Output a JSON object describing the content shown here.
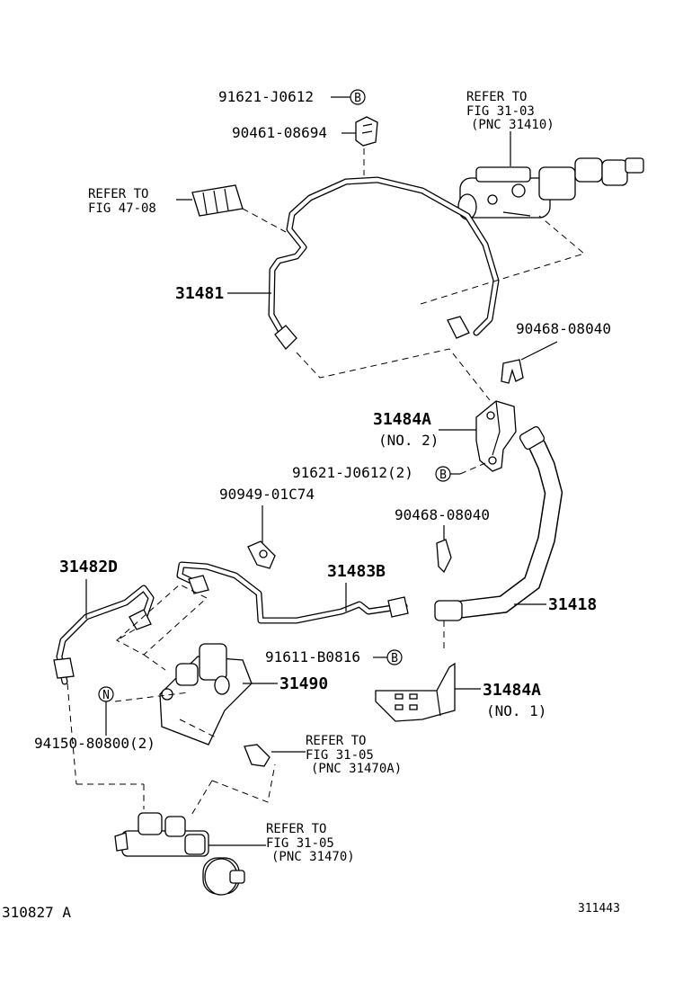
{
  "diagram": {
    "labels": {
      "p91621_top": "91621-J0612",
      "p90461": "90461-08694",
      "refer_top_1": "REFER TO",
      "refer_top_2": "FIG 31-03",
      "refer_top_3": "(PNC 31410)",
      "refer_47_1": "REFER TO",
      "refer_47_2": "FIG 47-08",
      "p31481": "31481",
      "p90468_a": "90468-08040",
      "p31484A_no2": "31484A",
      "no2": "(NO. 2)",
      "p91621_mid": "91621-J0612(2)",
      "p90949": "90949-01C74",
      "p90468_b": "90468-08040",
      "p31482D": "31482D",
      "p31483B": "31483B",
      "p31418": "31418",
      "p91611": "91611-B0816",
      "p31484A_no1": "31484A",
      "no1": "(NO. 1)",
      "p31490": "31490",
      "p94150": "94150-80800(2)",
      "refer_mid_1": "REFER TO",
      "refer_mid_2": "FIG 31-05",
      "refer_mid_3": "(PNC 31470A)",
      "refer_bot_1": "REFER TO",
      "refer_bot_2": "FIG 31-05",
      "refer_bot_3": "(PNC 31470)",
      "footer_left": "310827 A",
      "footer_right": "311443"
    },
    "markers": {
      "b1": "B",
      "b2": "B",
      "b3": "B",
      "n1": "N"
    }
  }
}
